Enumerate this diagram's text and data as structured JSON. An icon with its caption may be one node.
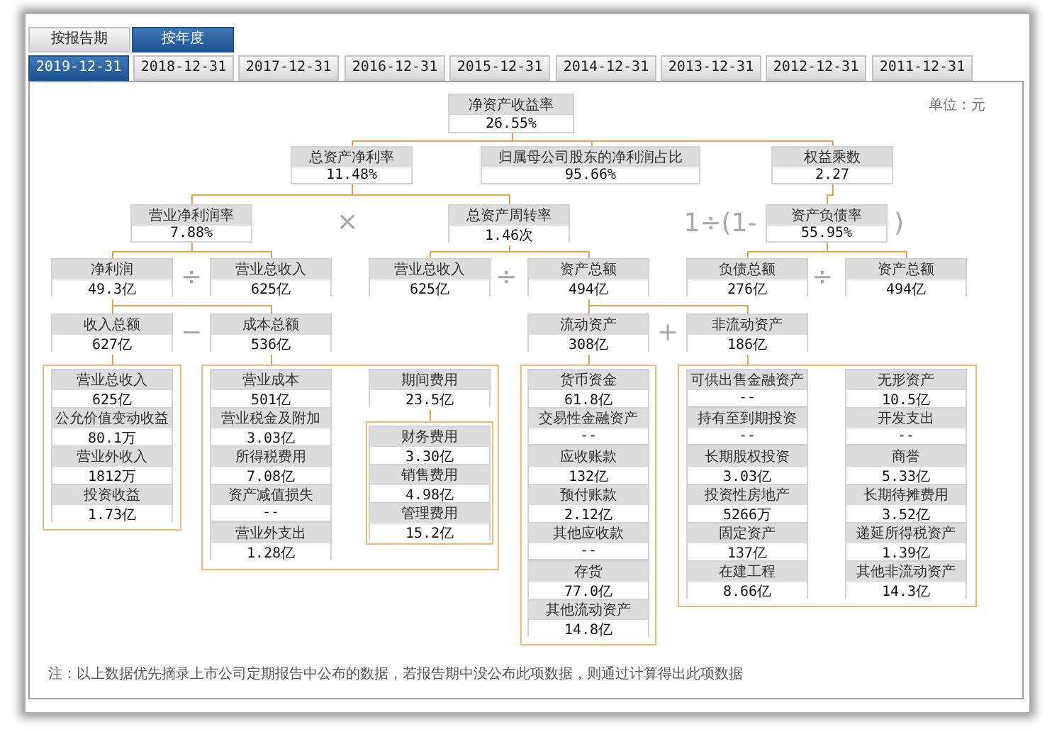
{
  "diagram": {
    "nodes": [
      {
        "text": [
          "净资产收益率",
          "26.55%"
        ]
      },
      {
        "text": [
          "总资产净利率",
          "11.48%"
        ]
      },
      {
        "text": [
          "归属母公司股东的净利润占比",
          "95.66%"
        ]
      },
      {
        "text": [
          "权益乘数",
          "2.27"
        ]
      },
      {
        "text": [
          "营业净利润率",
          "7.88%"
        ]
      },
      {
        "text": [
          "总资产周转率",
          "1.46次"
        ]
      },
      {
        "text": [
          "资产负债率",
          "55.95%"
        ]
      },
      {
        "text": [
          "净利润",
          "49.3亿"
        ]
      },
      {
        "text": [
          "营业总收入",
          "625亿"
        ]
      },
      {
        "text": [
          "营业总收入",
          "625亿"
        ]
      },
      {
        "text": [
          "资产总额",
          "494亿"
        ]
      },
      {
        "text": [
          "负债总额",
          "276亿"
        ]
      },
      {
        "text": [
          "资产总额",
          "494亿"
        ]
      },
      {
        "text": [
          "收入总额",
          "627亿"
        ]
      },
      {
        "text": [
          "成本总额",
          "536亿"
        ]
      },
      {
        "text": [
          "流动资产",
          "308亿"
        ]
      },
      {
        "text": [
          "非流动资产",
          "186亿"
        ]
      },
      {
        "text": [],
        "shape": "box"
      },
      {
        "text": [
          "营业总收入",
          "625亿"
        ],
        "in": 17
      },
      {
        "text": [
          "公允价值变动收益",
          "80.1万"
        ],
        "in": 17
      },
      {
        "text": [
          "营业外收入",
          "1812万"
        ],
        "in": 17
      },
      {
        "text": [
          "投资收益",
          "1.73亿"
        ],
        "in": 17
      },
      {
        "text": [],
        "shape": "box"
      },
      {
        "text": [
          "营业成本",
          "501亿"
        ],
        "in": 22
      },
      {
        "text": [
          "营业税金及附加",
          "3.03亿"
        ],
        "in": 22
      },
      {
        "text": [
          "所得税费用",
          "7.08亿"
        ],
        "in": 22
      },
      {
        "text": [
          "资产减值损失",
          "--"
        ],
        "in": 22
      },
      {
        "text": [
          "营业外支出",
          "1.28亿"
        ],
        "in": 22
      },
      {
        "text": [
          "期间费用",
          "23.5亿"
        ],
        "in": 22
      },
      {
        "text": [],
        "shape": "box",
        "in": 22
      },
      {
        "text": [
          "财务费用",
          "3.30亿"
        ],
        "in": 29
      },
      {
        "text": [
          "销售费用",
          "4.98亿"
        ],
        "in": 29
      },
      {
        "text": [
          "管理费用",
          "15.2亿"
        ],
        "in": 29
      },
      {
        "text": [],
        "shape": "box"
      },
      {
        "text": [
          "货币资金",
          "61.8亿"
        ],
        "in": 33
      },
      {
        "text": [
          "交易性金融资产",
          "--"
        ],
        "in": 33
      },
      {
        "text": [
          "应收账款",
          "132亿"
        ],
        "in": 33
      },
      {
        "text": [
          "预付账款",
          "2.12亿"
        ],
        "in": 33
      },
      {
        "text": [
          "其他应收款",
          "--"
        ],
        "in": 33
      },
      {
        "text": [
          "存货",
          "77.0亿"
        ],
        "in": 33
      },
      {
        "text": [
          "其他流动资产",
          "14.8亿"
        ],
        "in": 33
      },
      {
        "text": [],
        "shape": "box"
      },
      {
        "text": [
          "可供出售金融资产",
          "--"
        ],
        "in": 41
      },
      {
        "text": [
          "持有至到期投资",
          "--"
        ],
        "in": 41
      },
      {
        "text": [
          "长期股权投资",
          "3.03亿"
        ],
        "in": 41
      },
      {
        "text": [
          "投资性房地产",
          "5266万"
        ],
        "in": 41
      },
      {
        "text": [
          "固定资产",
          "137亿"
        ],
        "in": 41
      },
      {
        "text": [
          "在建工程",
          "8.66亿"
        ],
        "in": 41
      },
      {
        "text": [
          "无形资产",
          "10.5亿"
        ],
        "in": 41
      },
      {
        "text": [
          "开发支出",
          "--"
        ],
        "in": 41
      },
      {
        "text": [
          "商誉",
          "5.33亿"
        ],
        "in": 41
      },
      {
        "text": [
          "长期待摊费用",
          "3.52亿"
        ],
        "in": 41
      },
      {
        "text": [
          "递延所得税资产",
          "1.39亿"
        ],
        "in": 41
      },
      {
        "text": [
          "其他非流动资产",
          "14.3亿"
        ],
        "in": 41
      }
    ],
    "edges": [
      {
        "from": 0,
        "to": 1,
        "arrow": "none"
      },
      {
        "from": 0,
        "to": 2,
        "arrow": "none"
      },
      {
        "from": 0,
        "to": 3,
        "arrow": "none"
      },
      {
        "from": 1,
        "to": 4,
        "arrow": "none"
      },
      {
        "from": 1,
        "to": 5,
        "arrow": "none"
      },
      {
        "from": 3,
        "to": 6,
        "arrow": "none"
      },
      {
        "from": 4,
        "to": 7,
        "arrow": "none"
      },
      {
        "from": 4,
        "to": 8,
        "arrow": "none"
      },
      {
        "from": 5,
        "to": 9,
        "arrow": "none"
      },
      {
        "from": 5,
        "to": 10,
        "arrow": "none"
      },
      {
        "from": 6,
        "to": 11,
        "arrow": "none"
      },
      {
        "from": 6,
        "to": 12,
        "arrow": "none"
      },
      {
        "from": 7,
        "to": 13,
        "arrow": "none"
      },
      {
        "from": 7,
        "to": 14,
        "arrow": "none"
      },
      {
        "from": 10,
        "to": 15,
        "arrow": "none"
      },
      {
        "from": 10,
        "to": 16,
        "arrow": "none"
      },
      {
        "from": 13,
        "to": 17,
        "arrow": "none"
      },
      {
        "from": 14,
        "to": 22,
        "arrow": "none"
      },
      {
        "from": 28,
        "to": 29,
        "arrow": "none"
      },
      {
        "from": 15,
        "to": 33,
        "arrow": "none"
      },
      {
        "from": 16,
        "to": 41,
        "arrow": "none"
      }
    ],
    "labels": [
      "按报告期",
      "按年度",
      "2019-12-31",
      "2018-12-31",
      "2017-12-31",
      "2016-12-31",
      "2015-12-31",
      "2014-12-31",
      "2013-12-31",
      "2012-12-31",
      "2011-12-31",
      "单位：元",
      "×",
      "1÷(1-",
      ")",
      "÷",
      "÷",
      "÷",
      "−",
      "+",
      "注：以上数据优先摘录上市公司定期报告中公布的数据，若报告期中没公布此项数据，则通过计算得出此项数据"
    ]
  }
}
